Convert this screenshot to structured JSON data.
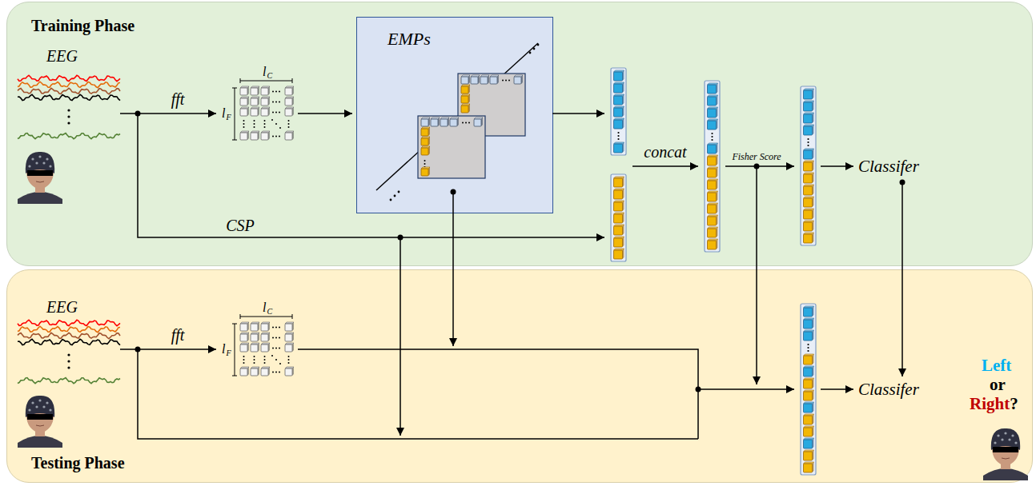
{
  "diagram": {
    "nodes": [
      {
        "text": [
          "Training Phase"
        ]
      },
      {
        "text": [
          "EMPs"
        ],
        "in": 0
      },
      {
        "text": [
          "Testing Phase"
        ]
      }
    ],
    "labels": [
      "EEG",
      "fft",
      "l",
      "C",
      "l",
      "F",
      "concat",
      "Fisher Score",
      "Classifer",
      "CSP",
      "EEG",
      "fft",
      "l",
      "C",
      "l",
      "F",
      "Classifer",
      "Left",
      "or",
      "Right",
      "?"
    ]
  }
}
